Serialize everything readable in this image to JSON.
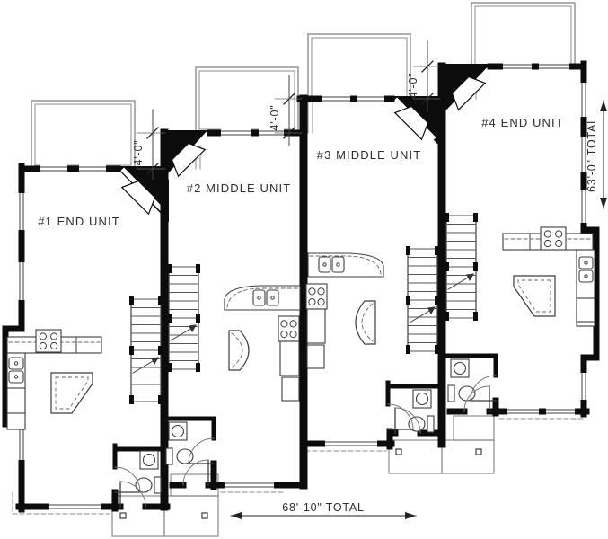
{
  "plan": {
    "units": [
      {
        "id": 1,
        "label": "#1 END UNIT",
        "type": "end"
      },
      {
        "id": 2,
        "label": "#2 MIDDLE UNIT",
        "type": "middle"
      },
      {
        "id": 3,
        "label": "#3 MIDDLE UNIT",
        "type": "middle"
      },
      {
        "id": 4,
        "label": "#4 END UNIT",
        "type": "end"
      }
    ],
    "dimensions": {
      "unit_front_offsets": [
        "4'-0\"",
        "4'-0\"",
        "4'-0\""
      ],
      "total_width": "68'-10\" TOTAL",
      "total_depth": "63'-0\" TOTAL"
    },
    "colors": {
      "wall": "#0c0c0c",
      "line": "#3c3c3c",
      "light": "#8d8d8d",
      "text": "#2e2e2e",
      "background": "#ffffff"
    }
  }
}
